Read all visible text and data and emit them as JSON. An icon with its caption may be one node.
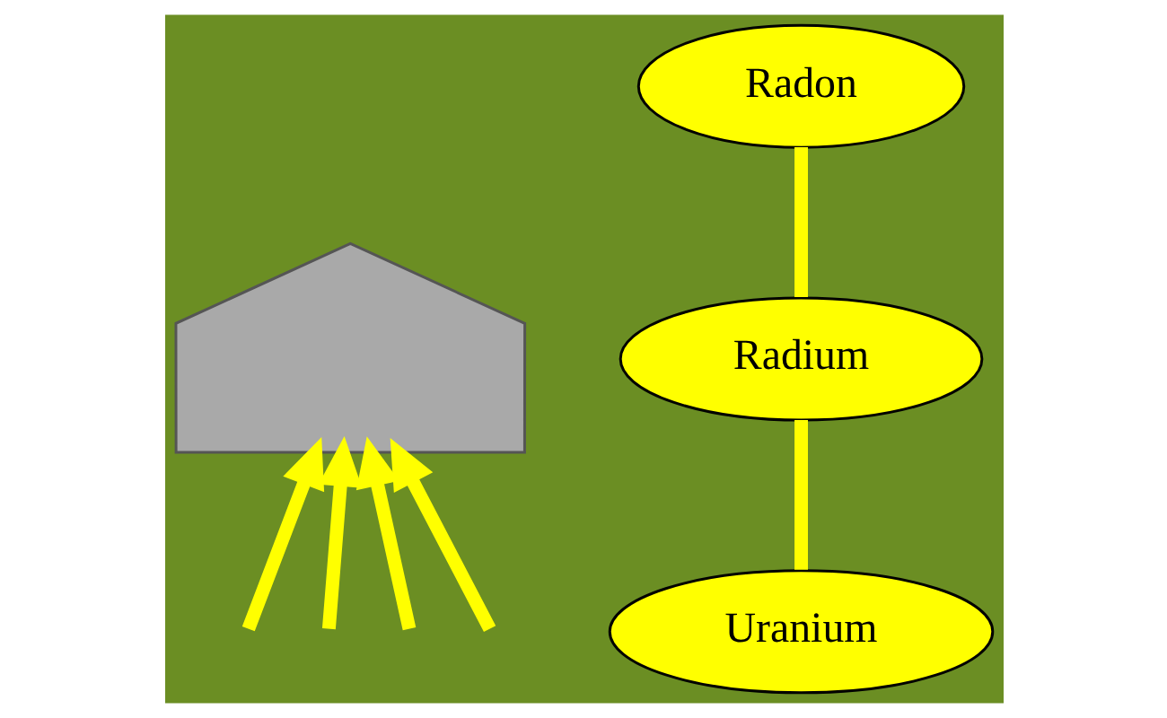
{
  "diagram": {
    "nodes": [
      {
        "text": [],
        "shape": "picture"
      },
      {
        "text": [
          "Radon"
        ]
      },
      {
        "text": [
          "Radium"
        ]
      },
      {
        "text": [
          "Uranium"
        ]
      }
    ],
    "edges": [
      {
        "from": 3,
        "to": 2,
        "arrow": "none"
      },
      {
        "from": 2,
        "to": 1,
        "arrow": "none"
      },
      {
        "from": null,
        "to": 0,
        "arrow": "to"
      },
      {
        "from": null,
        "to": 0,
        "arrow": "to"
      },
      {
        "from": null,
        "to": 0,
        "arrow": "to"
      },
      {
        "from": null,
        "to": 0,
        "arrow": "to"
      }
    ]
  }
}
